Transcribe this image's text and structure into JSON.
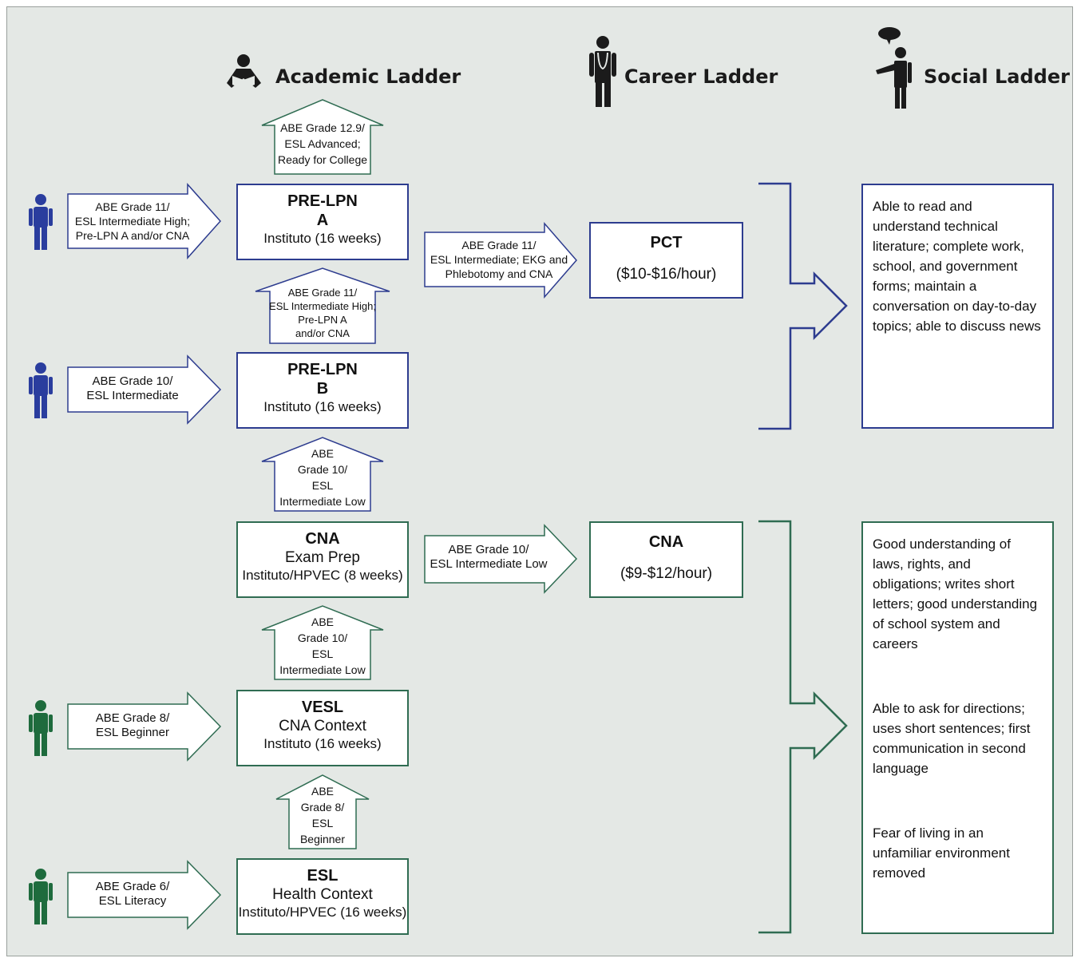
{
  "headers": {
    "academic": "Academic Ladder",
    "career": "Career Ladder",
    "social": "Social Ladder"
  },
  "academic_boxes": [
    {
      "id": "pre_lpn_a",
      "line1": "PRE-LPN",
      "line2": "A",
      "line3": "Instituto (16 weeks)"
    },
    {
      "id": "pre_lpn_b",
      "line1": "PRE-LPN",
      "line2": "B",
      "line3": "Instituto (16 weeks)"
    },
    {
      "id": "cna_exam",
      "line1": "CNA",
      "line2": "Exam Prep",
      "line3": "Instituto/HPVEC (8 weeks)"
    },
    {
      "id": "vesl",
      "line1": "VESL",
      "line2": "CNA Context",
      "line3": "Instituto (16 weeks)"
    },
    {
      "id": "esl",
      "line1": "ESL",
      "line2": "Health Context",
      "line3": "Instituto/HPVEC (16 weeks)"
    }
  ],
  "up_arrows": [
    {
      "lines": [
        "ABE Grade 12.9/",
        "ESL Advanced;",
        "Ready for College"
      ]
    },
    {
      "lines": [
        "ABE Grade 11/",
        "ESL Intermediate High;",
        "Pre-LPN A",
        "and/or CNA"
      ]
    },
    {
      "lines": [
        "ABE",
        "Grade 10/",
        "ESL",
        "Intermediate Low"
      ]
    },
    {
      "lines": [
        "ABE",
        "Grade 10/",
        "ESL",
        "Intermediate Low"
      ]
    },
    {
      "lines": [
        "ABE",
        "Grade 8/",
        "ESL",
        "Beginner"
      ]
    }
  ],
  "entry_arrows": [
    {
      "lines": [
        "ABE Grade 11/",
        "ESL Intermediate High;",
        "Pre-LPN A and/or CNA"
      ]
    },
    {
      "lines": [
        "ABE Grade 10/",
        "ESL Intermediate"
      ]
    },
    {
      "lines": [
        "ABE Grade 8/",
        "ESL Beginner"
      ]
    },
    {
      "lines": [
        "ABE Grade 6/",
        "ESL Literacy"
      ]
    }
  ],
  "career_arrows": [
    {
      "lines": [
        "ABE Grade 11/",
        "ESL Intermediate; EKG and",
        "Phlebotomy and CNA"
      ]
    },
    {
      "lines": [
        "ABE Grade 10/",
        "ESL Intermediate Low"
      ]
    }
  ],
  "career_boxes": [
    {
      "title": "PCT",
      "wage": "($10-$16/hour)"
    },
    {
      "title": "CNA",
      "wage": "($9-$12/hour)"
    }
  ],
  "social_boxes": {
    "upper": "Able to read and understand technical literature; complete work, school, and government forms; maintain a conversation on day-to-day topics; able to discuss news",
    "lower": [
      "Good understanding of laws, rights, and obligations; writes short letters; good understanding of school system and careers",
      "Able to ask for directions; uses short sentences; first communication in second language",
      "Fear of living in an unfamiliar environment removed"
    ]
  },
  "colors": {
    "background": "#e4e8e5",
    "blue": "#2d3c8f",
    "green": "#2f6c52",
    "person_blue": "#2a3d9e",
    "person_green": "#1e6b3d",
    "dark": "#1b1b1b"
  }
}
